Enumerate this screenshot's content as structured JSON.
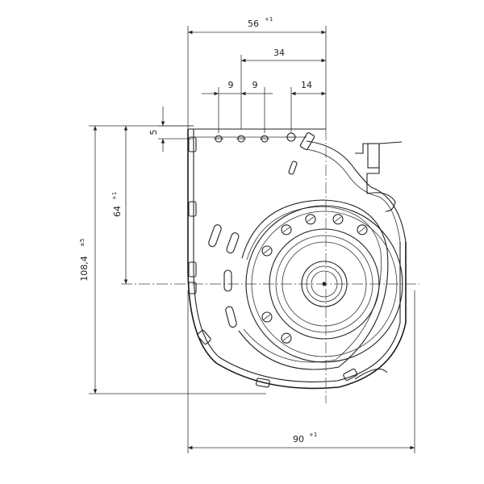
{
  "dimensions": {
    "top_overall": {
      "value": "56",
      "tol": "+1"
    },
    "top_outlet": {
      "value": "34"
    },
    "hole_pitch_1": {
      "value": "9"
    },
    "hole_pitch_2": {
      "value": "9"
    },
    "hole_offset": {
      "value": "14"
    },
    "flange_gap": {
      "value": "5"
    },
    "left_overall": {
      "value": "108,4",
      "tol": "±5"
    },
    "left_axis": {
      "value": "64",
      "tol": "+1"
    },
    "bottom_overall": {
      "value": "90",
      "tol": "+1"
    }
  }
}
